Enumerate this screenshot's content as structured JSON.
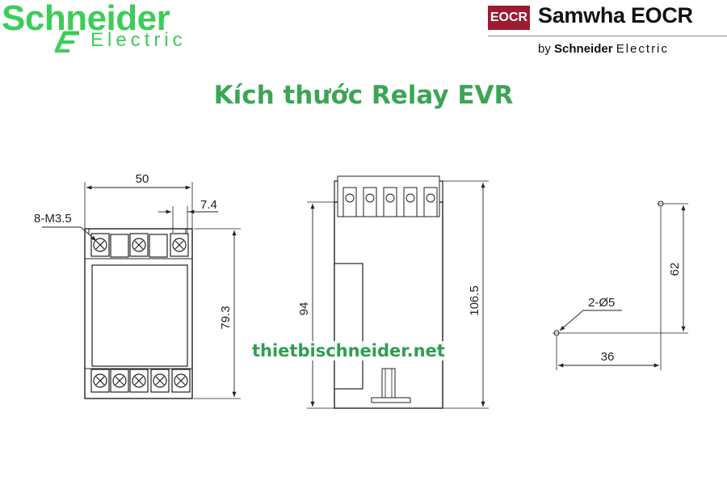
{
  "brand_left": {
    "name": "Schneider",
    "sub": "Electric",
    "color": "#3dcd58"
  },
  "brand_right": {
    "badge": "EOCR",
    "name": "Samwha EOCR",
    "by": "by",
    "by_brand": "Schneider",
    "by_sub": "Electric",
    "badge_color": "#9b1b30"
  },
  "title": "Kích thước Relay EVR",
  "watermark": "thietbischneider.net",
  "front_view": {
    "width_label": "50",
    "pitch_label": "7.4",
    "screw_label": "8-M3.5",
    "height_label": "79.3"
  },
  "side_view": {
    "inner_height_label": "94",
    "total_height_label": "106.5"
  },
  "mount_view": {
    "vertical_label": "62",
    "horizontal_label": "36",
    "hole_label": "2-Ø5"
  }
}
